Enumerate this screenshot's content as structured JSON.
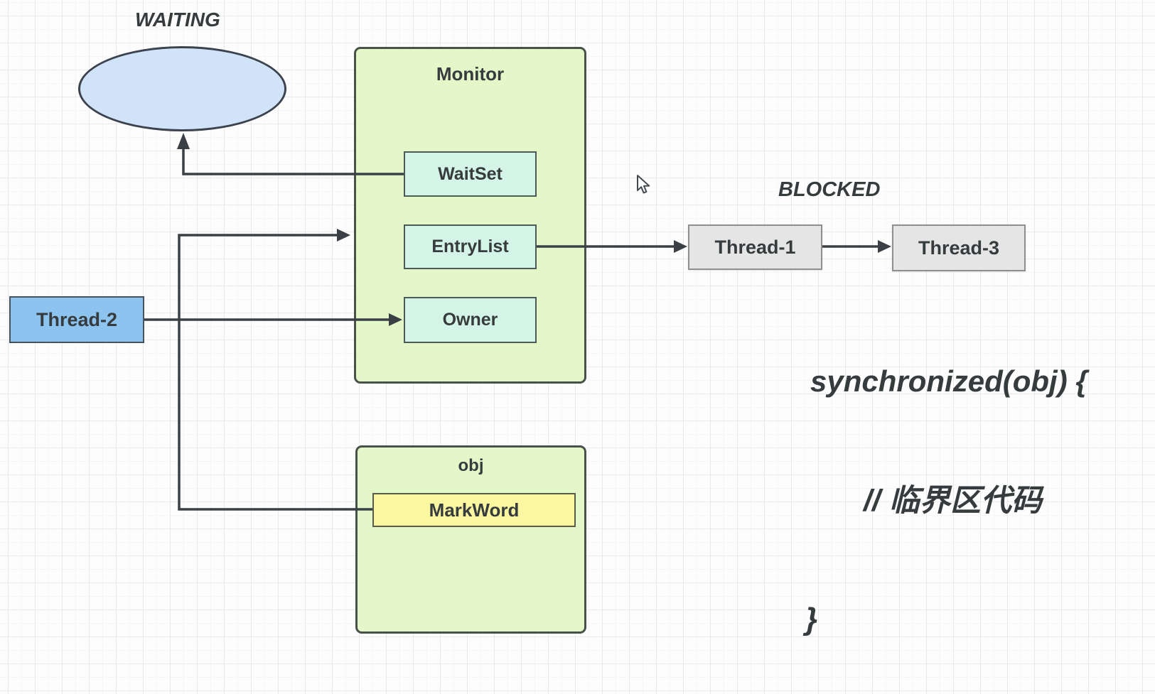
{
  "diagram": {
    "states": {
      "waiting": "WAITING",
      "blocked": "BLOCKED"
    },
    "monitor": {
      "title": "Monitor",
      "waitset": "WaitSet",
      "entrylist": "EntryList",
      "owner": "Owner"
    },
    "object": {
      "title": "obj",
      "field": "MarkWord"
    },
    "threads": {
      "thread1": "Thread-1",
      "thread2": "Thread-2",
      "thread3": "Thread-3"
    },
    "code": {
      "line1": "synchronized(obj) {",
      "line2": "// 临界区代码",
      "line3": "}"
    }
  },
  "colors": {
    "monitor_fill": "#e4f7c9",
    "monitor_border": "#47524b",
    "slot_fill": "#d4f4e7",
    "slot_border": "#4c5a55",
    "markword_fill": "#fbf6a0",
    "markword_border": "#5a5c4b",
    "thread2_fill": "#8dc4ef",
    "thread2_border": "#46525e",
    "gray_fill": "#e5e5e5",
    "gray_border": "#8f8f8f",
    "ellipse_fill": "#d0e3f8",
    "ellipse_border": "#3c434e",
    "line": "#3a4045",
    "text": "#363b3e",
    "grid_major": "#e9e9e9",
    "grid_minor": "#f6f6f6"
  }
}
